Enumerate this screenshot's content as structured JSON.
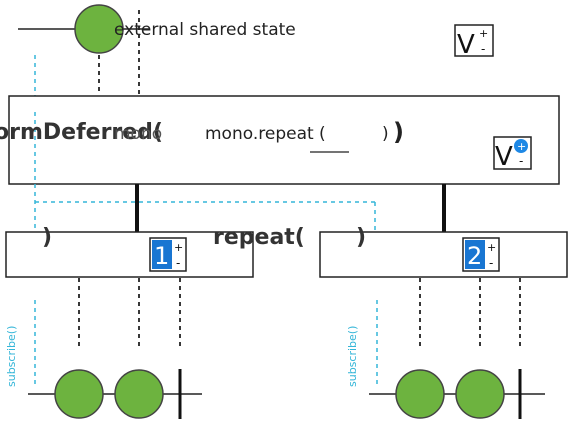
{
  "external_label": "external shared state",
  "top_badge": {
    "letter": "V",
    "plus": "+",
    "minus": "-"
  },
  "top_box": {
    "left_text": "ormDeferred(",
    "overlap_text": "mono",
    "call_text": "mono.repeat (",
    "close_paren": ")",
    "outer_close_paren": ")",
    "badge": {
      "letter": "V",
      "plus": "+",
      "minus": "-"
    }
  },
  "repeat_label": "repeat(",
  "left_box": {
    "paren": ")",
    "badge": {
      "number": "1",
      "plus": "+",
      "minus": "-"
    }
  },
  "right_box": {
    "paren": ")",
    "badge": {
      "number": "2",
      "plus": "+",
      "minus": "-"
    }
  },
  "subscribe_left": "subscribe()",
  "subscribe_right": "subscribe()",
  "colors": {
    "marble_fill": "#6db33f",
    "marble_stroke": "#444444",
    "dotted_cyan": "#35b6d8",
    "badge_blue": "#1976d2",
    "badge_plus_blue": "#1e88e5",
    "line": "#222222"
  }
}
